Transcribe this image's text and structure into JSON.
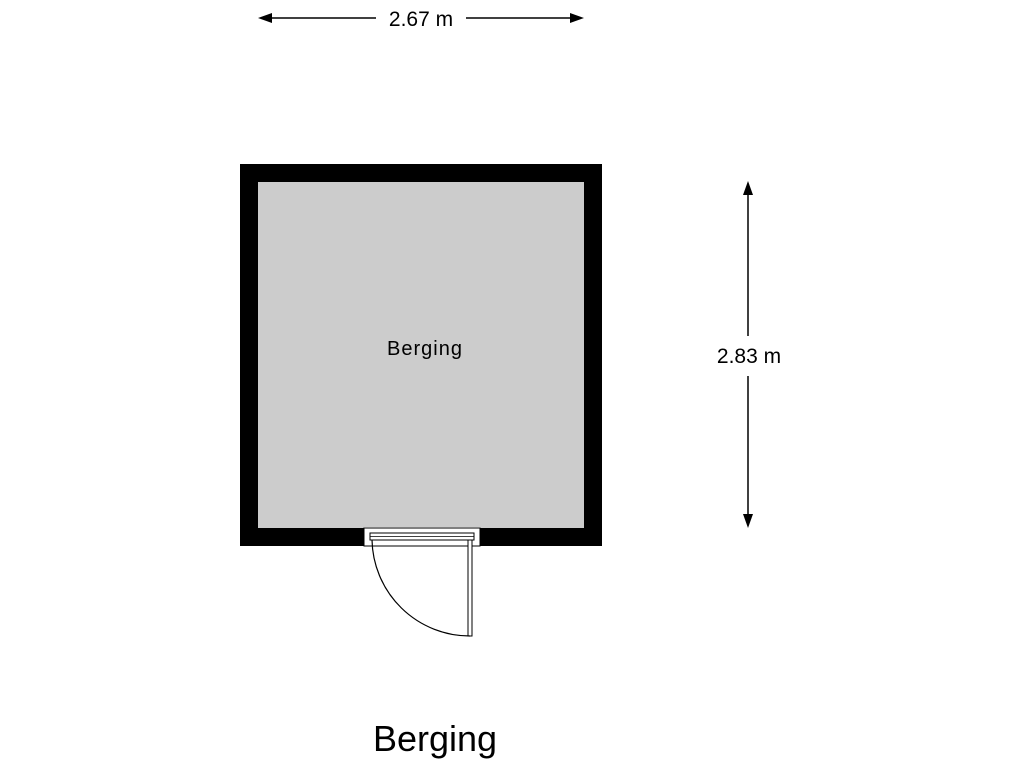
{
  "dimensions": {
    "width_label": "2.67 m",
    "height_label": "2.83 m"
  },
  "room": {
    "label": "Berging"
  },
  "plan": {
    "title": "Berging"
  },
  "colors": {
    "wall": "#000000",
    "floor": "#cccccc",
    "background": "#ffffff",
    "line": "#000000"
  }
}
